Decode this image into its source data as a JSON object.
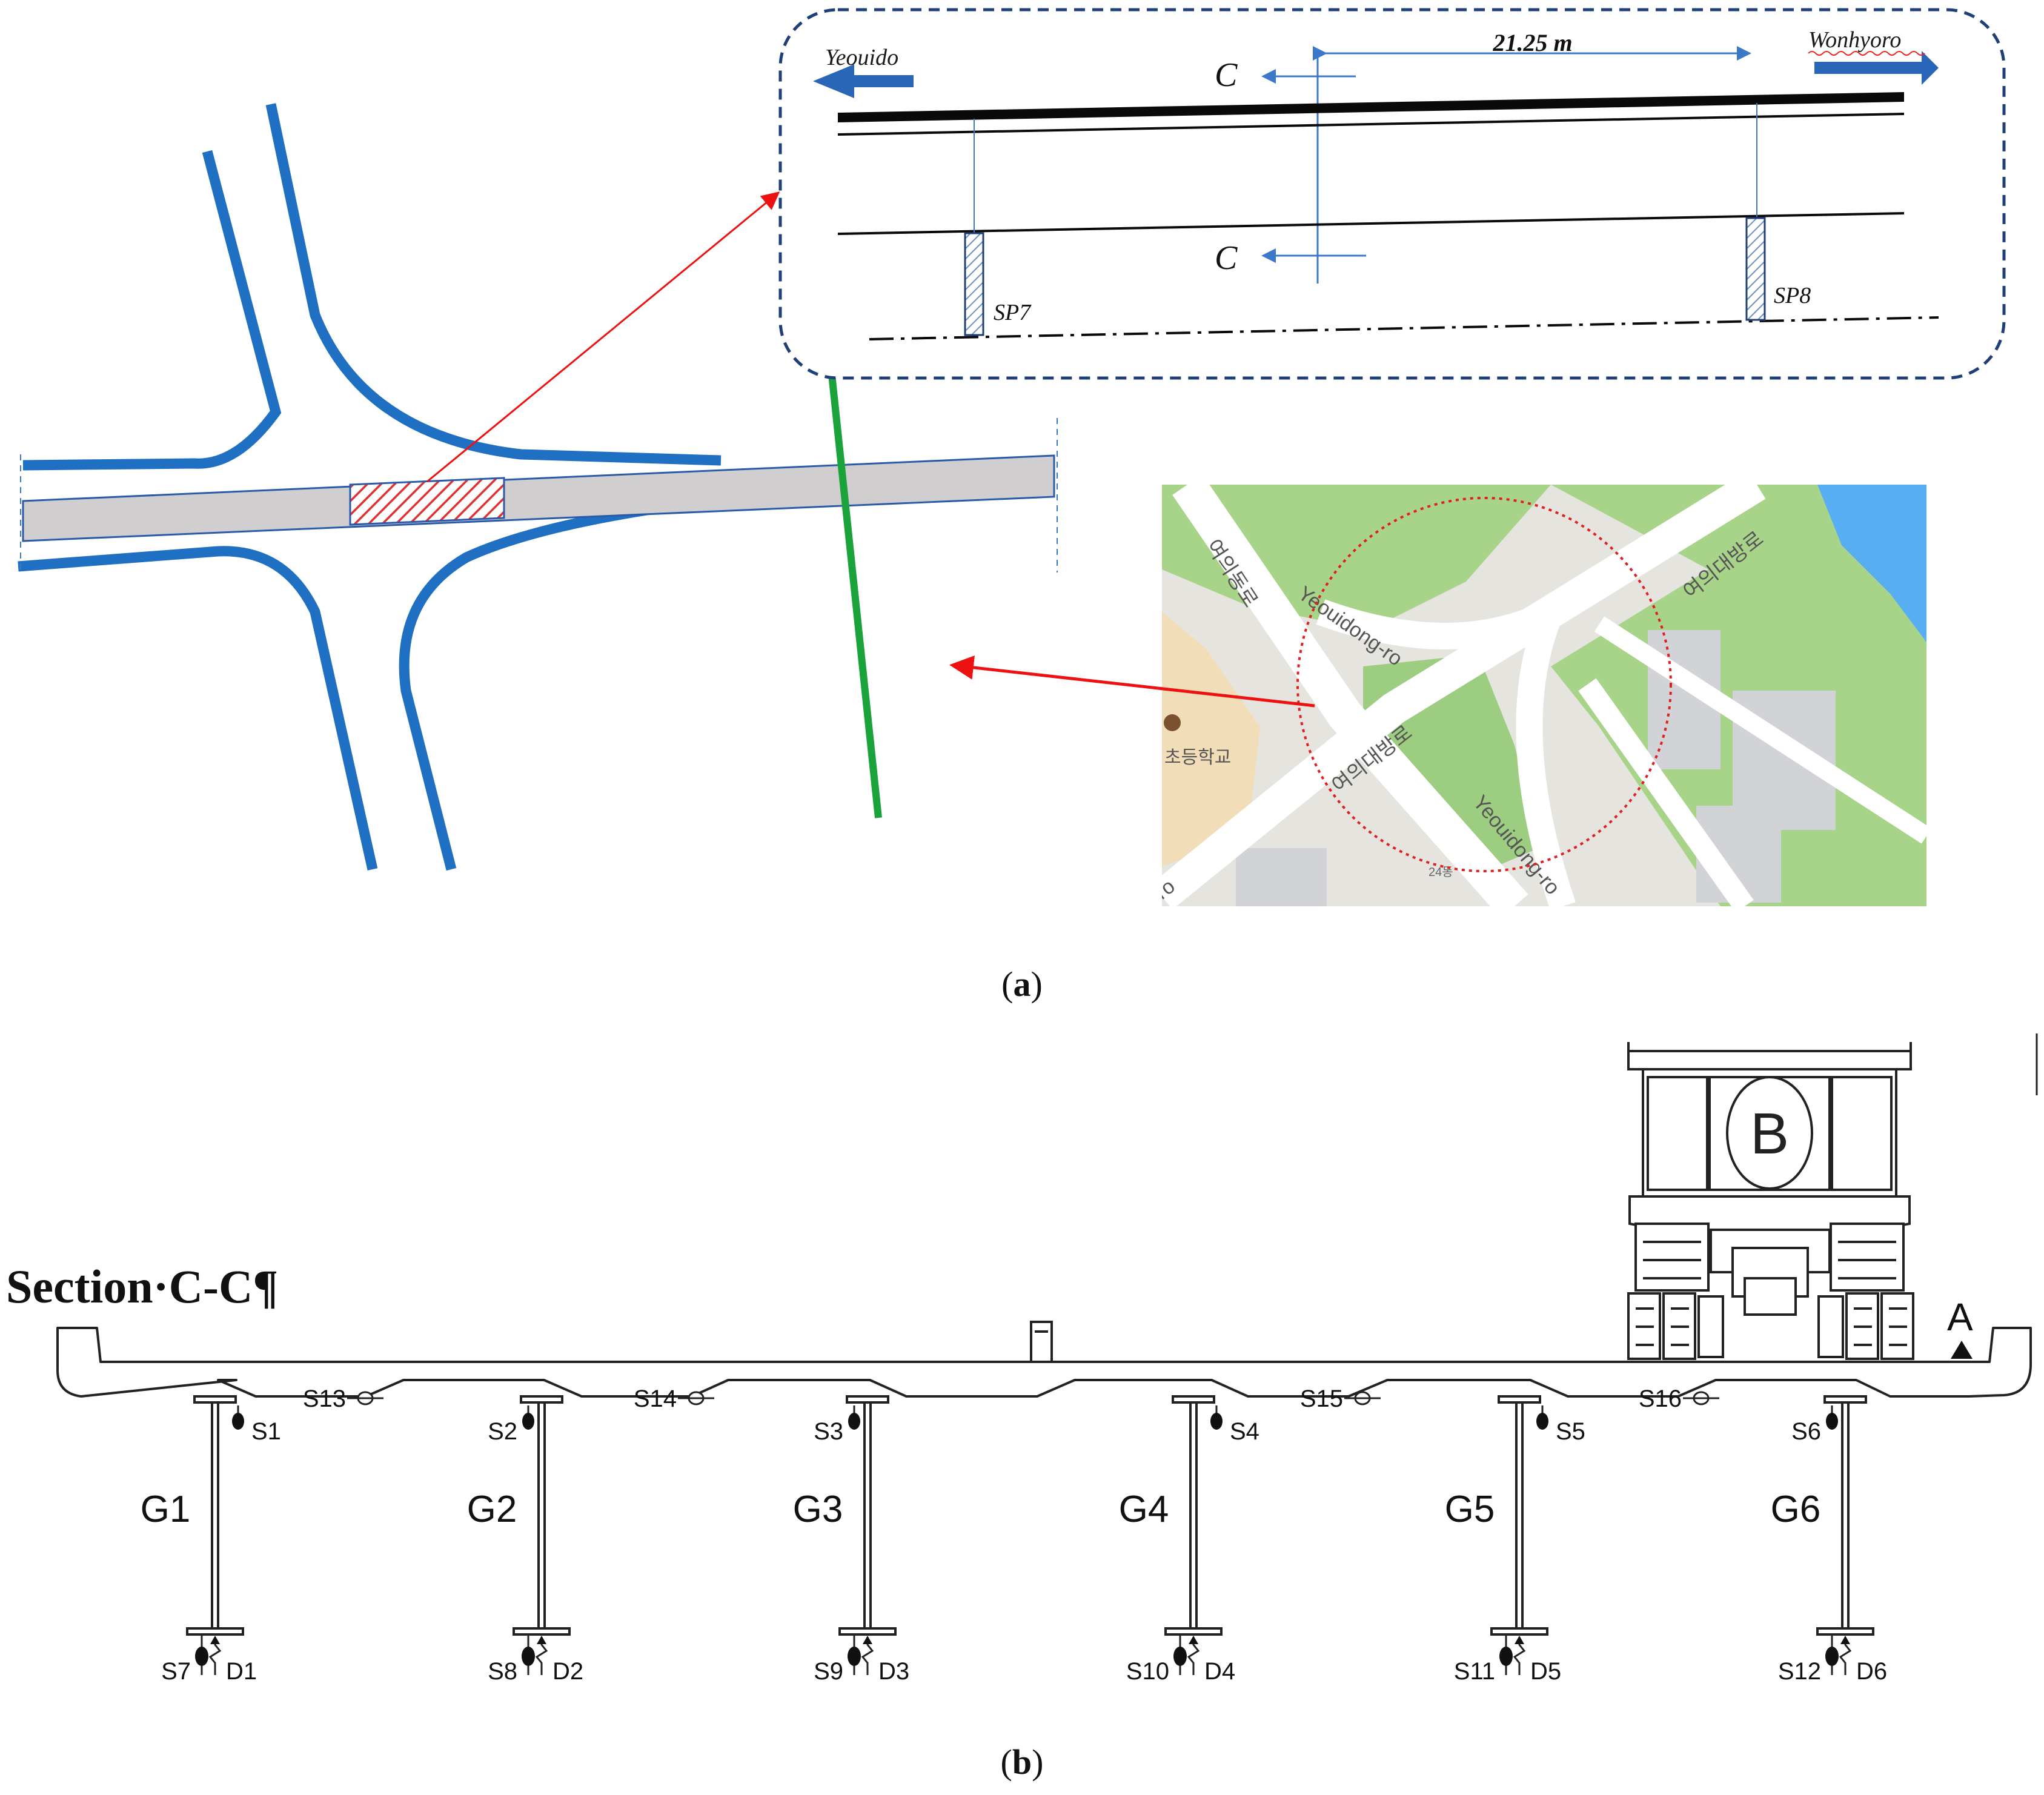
{
  "panel_a": {
    "caption": "(a)",
    "caption_letter": "a",
    "inset": {
      "left_destination": "Yeouido",
      "right_destination": "Wonhyoro",
      "span_dimension": "21.25 m",
      "section_mark_top": "C",
      "section_mark_bottom": "C",
      "support_left": "SP7",
      "support_right": "SP8"
    },
    "map": {
      "road_label_1": "여의동로",
      "road_label_2": "여의대방로",
      "road_label_3": "여의대방로",
      "road_label_yeouidong_top": "Yeouidong-ro",
      "road_label_yeouidong_bottom": "Yeouidong-ro",
      "school_label": "초등학교",
      "building_label": "24동",
      "edge_label": "ro"
    }
  },
  "panel_b": {
    "caption": "(b)",
    "caption_letter": "b",
    "section_title": "Section·C-C¶",
    "vehicle_label": "B",
    "point_label": "A",
    "girders": [
      {
        "label": "G1",
        "top_sensor": "S1",
        "bottom_sensor": "S7",
        "displacement": "D1"
      },
      {
        "label": "G2",
        "top_sensor": "S2",
        "bottom_sensor": "S8",
        "displacement": "D2"
      },
      {
        "label": "G3",
        "top_sensor": "S3",
        "bottom_sensor": "S9",
        "displacement": "D3"
      },
      {
        "label": "G4",
        "top_sensor": "S4",
        "bottom_sensor": "S10",
        "displacement": "D4"
      },
      {
        "label": "G5",
        "top_sensor": "S5",
        "bottom_sensor": "S11",
        "displacement": "D5"
      },
      {
        "label": "G6",
        "top_sensor": "S6",
        "bottom_sensor": "S12",
        "displacement": "D6"
      }
    ],
    "deck_sensors": [
      "S13",
      "S14",
      "S15",
      "S16"
    ]
  },
  "colors": {
    "road_blue": "#1f6fc2",
    "arrow_blue": "#2a66b8",
    "rail_green": "#1aa33a",
    "deck_gray": "#d0cece",
    "highlight_red": "#e03030",
    "map_green": "#a8d48a",
    "map_water": "#58aef2"
  }
}
